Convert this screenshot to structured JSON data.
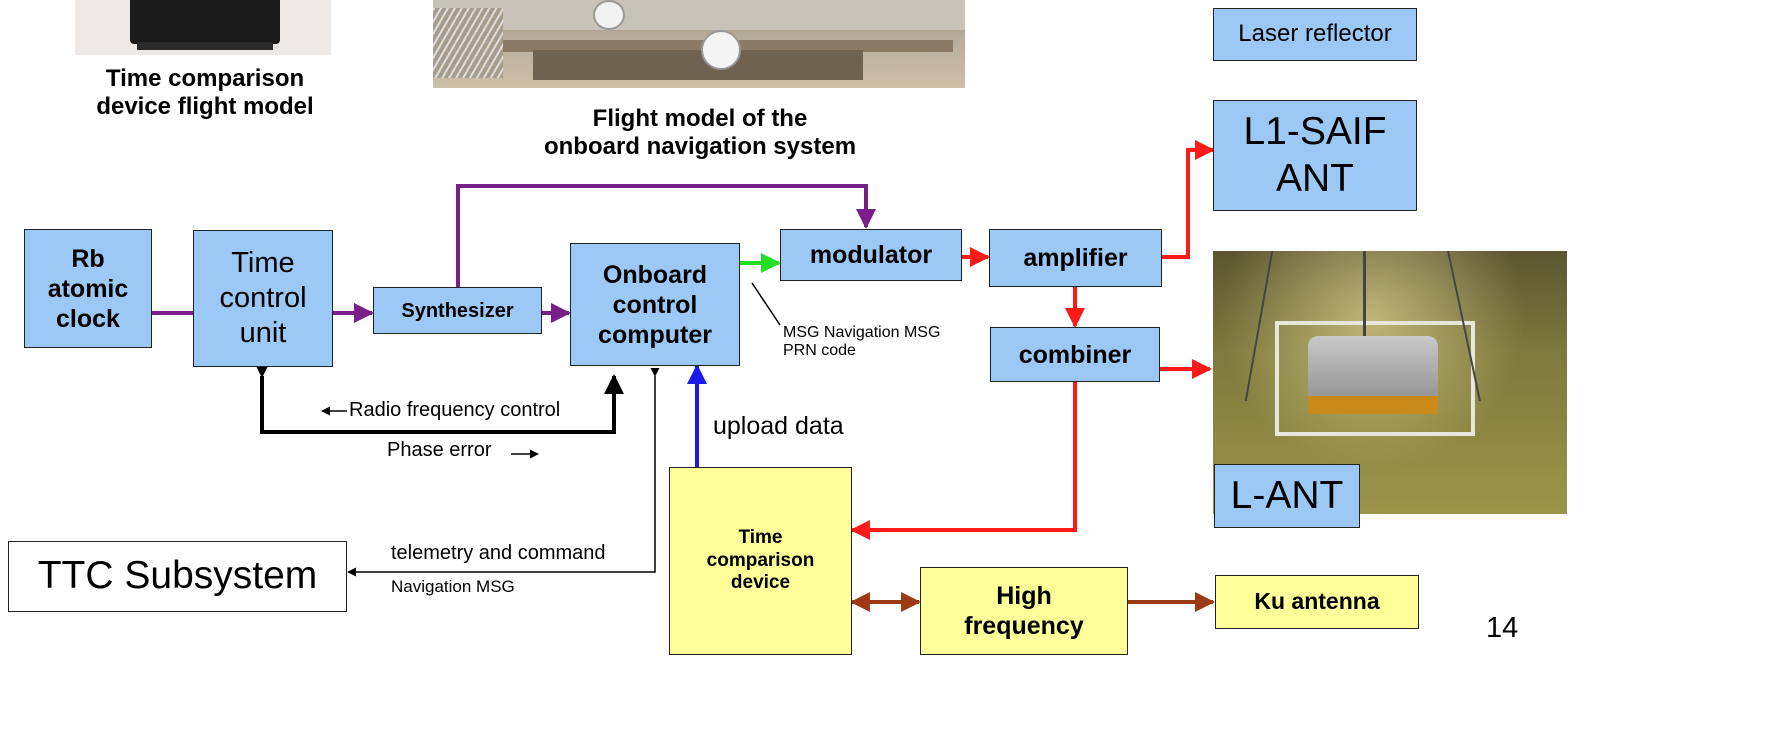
{
  "captions": {
    "time_comparison_fm": "Time comparison\ndevice flight model",
    "nav_system_fm": "Flight model of the\nonboard navigation system"
  },
  "blocks": {
    "laser_reflector": "Laser reflector",
    "l1_saif_ant": "L1-SAIF\nANT",
    "rb_clock": "Rb\natomic\nclock",
    "time_control": "Time\ncontrol\nunit",
    "synthesizer": "Synthesizer",
    "onboard_computer": "Onboard\ncontrol\ncomputer",
    "modulator": "modulator",
    "amplifier": "amplifier",
    "combiner": "combiner",
    "l_ant": "L-ANT",
    "time_comparison": "Time\ncomparison\ndevice",
    "high_frequency": "High\nfrequency",
    "ku_antenna": "Ku antenna",
    "ttc": "TTC Subsystem"
  },
  "labels": {
    "msg_prn": "MSG Navigation MSG\nPRN code",
    "radio_freq": "Radio frequency control",
    "phase_error": "Phase error",
    "upload_data": "upload data",
    "telemetry": "telemetry and command",
    "nav_msg": "Navigation MSG"
  },
  "page_number": "14",
  "colors": {
    "blue_box": "#9cc8f5",
    "yellow_box": "#ffff99",
    "purple_line": "#7a1f8a",
    "red_line": "#ff1a1a",
    "green_line": "#22dd22",
    "blue_line": "#1a1aee",
    "brown_line": "#9b3a13",
    "black_line": "#000000"
  }
}
